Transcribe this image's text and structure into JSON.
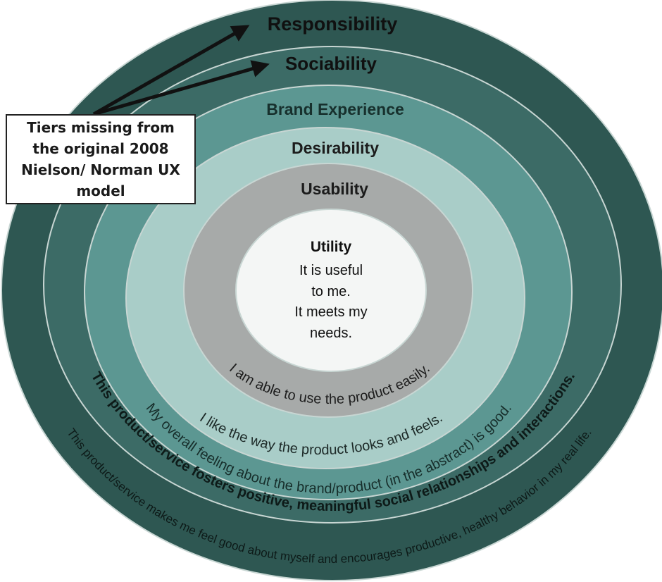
{
  "colors": {
    "responsibility": "#2e5752",
    "sociability": "#3c6b66",
    "brand": "#5c9792",
    "desirability": "#a9cdc8",
    "usability": "#a7aaa9",
    "utility": "#f4f6f5",
    "ring_line": "#c8d6d3",
    "arrow": "#111111"
  },
  "tiers": {
    "responsibility": {
      "title": "Responsibility",
      "description": "This product/service makes me feel good about myself and encourages productive, healthy behavior in my real life."
    },
    "sociability": {
      "title": "Sociability",
      "description": "This product/service fosters positive, meaningful social relationships and interactions."
    },
    "brand_experience": {
      "title": "Brand Experience",
      "description": "My overall feeling about the brand/product (in the abstract) is good."
    },
    "desirability": {
      "title": "Desirability",
      "description": "I like the way the product looks and feels."
    },
    "usability": {
      "title": "Usability",
      "description": "I am able to use the product easily."
    },
    "utility": {
      "title": "Utility",
      "lines": [
        "It is useful",
        "to me.",
        "It meets my",
        "needs."
      ]
    }
  },
  "callout": {
    "text": "Tiers missing from the original 2008 Nielson/ Norman UX model",
    "icon": "arrow-icon"
  }
}
